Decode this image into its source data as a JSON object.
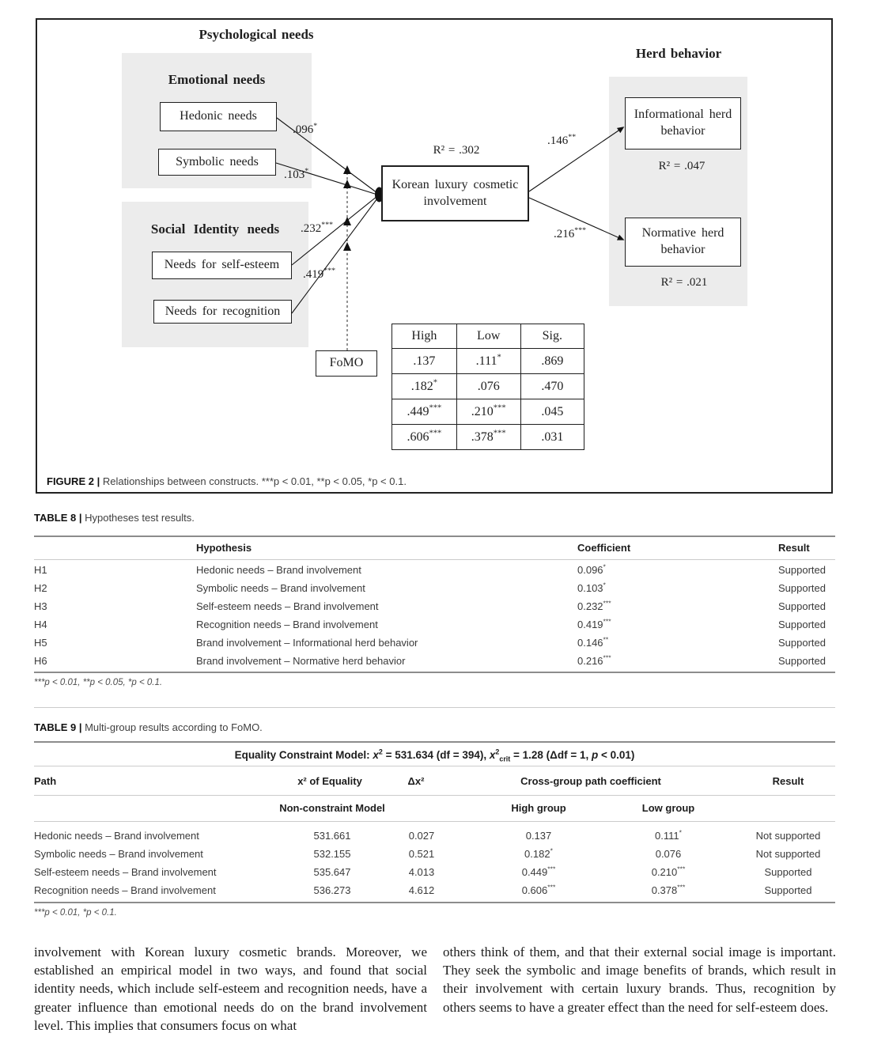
{
  "figure": {
    "psych_title": "Psychological needs",
    "emotional_title": "Emotional needs",
    "social_title": "Social Identity needs",
    "herd_title": "Herd behavior",
    "boxes": {
      "hedonic": "Hedonic needs",
      "symbolic": "Symbolic needs",
      "self_esteem": "Needs for self-esteem",
      "recognition": "Needs for recognition",
      "involvement": "Korean luxury cosmetic involvement",
      "informational": "Informational herd behavior",
      "normative": "Normative herd behavior",
      "fomo": "FoMO"
    },
    "r2_involvement": "R² = .302",
    "r2_informational": "R² = .047",
    "r2_normative": "R² = .021",
    "path_labels": {
      "hedonic": ".096*",
      "symbolic": ".103*",
      "self_esteem": ".232***",
      "recognition": ".419***",
      "informational": ".146**",
      "normative": ".216***"
    },
    "mini_table": {
      "headers": [
        "High",
        "Low",
        "Sig."
      ],
      "rows": [
        [
          ".137",
          ".111*",
          ".869"
        ],
        [
          ".182*",
          ".076",
          ".470"
        ],
        [
          ".449***",
          ".210***",
          ".045"
        ],
        [
          ".606***",
          ".378***",
          ".031"
        ]
      ]
    },
    "caption_label": "FIGURE 2 |",
    "caption_text": "Relationships between constructs. ***p < 0.01, **p < 0.05, *p < 0.1."
  },
  "table8": {
    "caption_label": "TABLE 8 |",
    "caption_text": "Hypotheses test results.",
    "headers": {
      "hypothesis": "Hypothesis",
      "coefficient": "Coefficient",
      "result": "Result"
    },
    "rows": [
      {
        "id": "H1",
        "hypothesis": "Hedonic needs – Brand involvement",
        "coefficient": "0.096*",
        "result": "Supported"
      },
      {
        "id": "H2",
        "hypothesis": "Symbolic needs – Brand involvement",
        "coefficient": "0.103*",
        "result": "Supported"
      },
      {
        "id": "H3",
        "hypothesis": "Self-esteem needs – Brand involvement",
        "coefficient": "0.232***",
        "result": "Supported"
      },
      {
        "id": "H4",
        "hypothesis": "Recognition needs – Brand involvement",
        "coefficient": "0.419***",
        "result": "Supported"
      },
      {
        "id": "H5",
        "hypothesis": "Brand involvement – Informational herd behavior",
        "coefficient": "0.146**",
        "result": "Supported"
      },
      {
        "id": "H6",
        "hypothesis": "Brand involvement – Normative herd behavior",
        "coefficient": "0.216***",
        "result": "Supported"
      }
    ],
    "footnote": "***p < 0.01, **p < 0.05, *p < 0.1."
  },
  "table9": {
    "caption_label": "TABLE 9 |",
    "caption_text": "Multi-group results according to FoMO.",
    "eq": {
      "b1": "Equality Constraint Model: ",
      "x1": "x",
      "s1": "2",
      "b2": " = 531.634 (df = 394), ",
      "x2": "x",
      "s2": "2",
      "sub": "crit",
      "b3": " = 1.28 (Δdf = 1, ",
      "p": "p",
      "b4": " < 0.01)"
    },
    "headers": {
      "path": "Path",
      "chi_eq": "x² of Equality",
      "d_chi": "Δx²",
      "cross": "Cross-group path coefficient",
      "result": "Result",
      "non_constraint": "Non-constraint Model",
      "high": "High group",
      "low": "Low group"
    },
    "rows": [
      {
        "path": "Hedonic needs – Brand involvement",
        "chi": "531.661",
        "dchi": "0.027",
        "high": "0.137",
        "low": "0.111*",
        "result": "Not supported"
      },
      {
        "path": "Symbolic needs – Brand involvement",
        "chi": "532.155",
        "dchi": "0.521",
        "high": "0.182*",
        "low": "0.076",
        "result": "Not supported"
      },
      {
        "path": "Self-esteem needs – Brand involvement",
        "chi": "535.647",
        "dchi": "4.013",
        "high": "0.449***",
        "low": "0.210***",
        "result": "Supported"
      },
      {
        "path": "Recognition needs – Brand involvement",
        "chi": "536.273",
        "dchi": "4.612",
        "high": "0.606***",
        "low": "0.378***",
        "result": "Supported"
      }
    ],
    "footnote": "***p < 0.01, *p < 0.1."
  },
  "body_text": {
    "left": "involvement with Korean luxury cosmetic brands. Moreover, we established an empirical model in two ways, and found that social identity needs, which include self-esteem and recognition needs, have a greater influence than emotional needs do on the brand involvement level. This implies that consumers focus on what",
    "right": "others think of them, and that their external social image is important. They seek the symbolic and image benefits of brands, which result in their involvement with certain luxury brands. Thus, recognition by others seems to have a greater effect than the need for self-esteem does."
  }
}
